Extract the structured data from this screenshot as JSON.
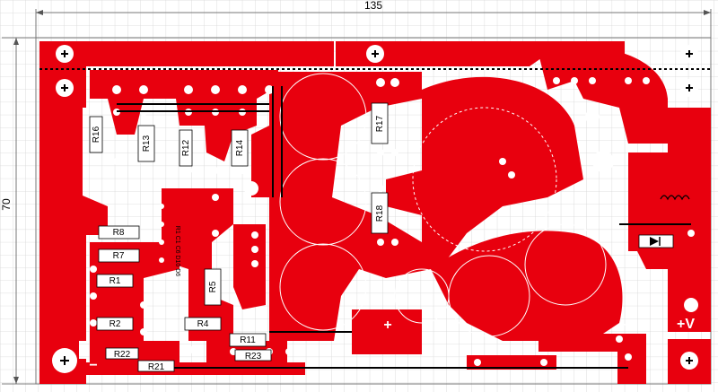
{
  "dimensions": {
    "width_label": "135",
    "height_label": "70"
  },
  "components": {
    "r1": "R1",
    "r2": "R2",
    "r4": "R4",
    "r5": "R5",
    "r7": "R7",
    "r8": "R8",
    "r11": "R11",
    "r12": "R12",
    "r13": "R13",
    "r14": "R14",
    "r16": "R16",
    "r17": "R17",
    "r18": "R18",
    "r21": "R21",
    "r22": "R22",
    "r23": "R23"
  },
  "small_labels": {
    "vertical_text": "R1 C1 C6 D10 D6"
  },
  "terminals": {
    "plus_1": "+",
    "plus_2": "+",
    "minus_1": "−",
    "plus_v": "+V"
  },
  "colors": {
    "copper": "#e8000e",
    "grid": "#d6d6d6",
    "pad": "#ffffff",
    "board_bg": "#ffffff"
  }
}
